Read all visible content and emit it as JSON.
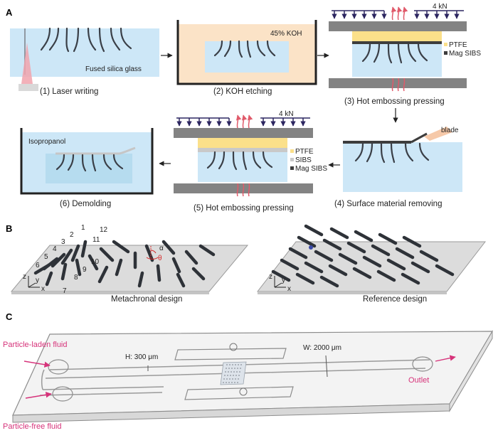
{
  "panels": {
    "a": {
      "label": "A",
      "steps": [
        {
          "caption": "(1) Laser writing"
        },
        {
          "caption": "(2) KOH etching"
        },
        {
          "caption": "(3) Hot embossing pressing"
        },
        {
          "caption": "(4) Surface material removing"
        },
        {
          "caption": "(5) Hot embossing pressing"
        },
        {
          "caption": "(6) Demolding"
        }
      ],
      "labels": {
        "glass": "Fused silica glass",
        "koh": "45% KOH",
        "force": "4 kN",
        "ptfe": "PTFE",
        "mag_sibs": "Mag SIBS",
        "sibs": "SIBS",
        "blade": "blade",
        "isopropanol": "Isopropanol"
      },
      "colors": {
        "glass": "#cde7f7",
        "koh": "#fbe3c7",
        "ptfe": "#fbe08a",
        "sibs": "#c9c9c9",
        "mag_sibs": "#3d3d3d",
        "heat": "#e05a6a",
        "force": "#2c2660"
      }
    },
    "b": {
      "label": "B",
      "left_caption": "Metachronal design",
      "right_caption": "Reference design",
      "numbers": [
        "1",
        "2",
        "3",
        "4",
        "5",
        "6",
        "7",
        "8",
        "9",
        "10",
        "11",
        "12"
      ],
      "angle_labels": {
        "alpha": "α",
        "theta": "θ"
      },
      "axes": {
        "x": "x",
        "y": "y",
        "z": "z"
      }
    },
    "c": {
      "label": "C",
      "inlet1": "Particle-laden fluid",
      "inlet2": "Particle-free fluid",
      "outlet": "Outlet",
      "height": "H: 300 μm",
      "width": "W: 2000 μm",
      "accent": "#d6337a"
    }
  }
}
